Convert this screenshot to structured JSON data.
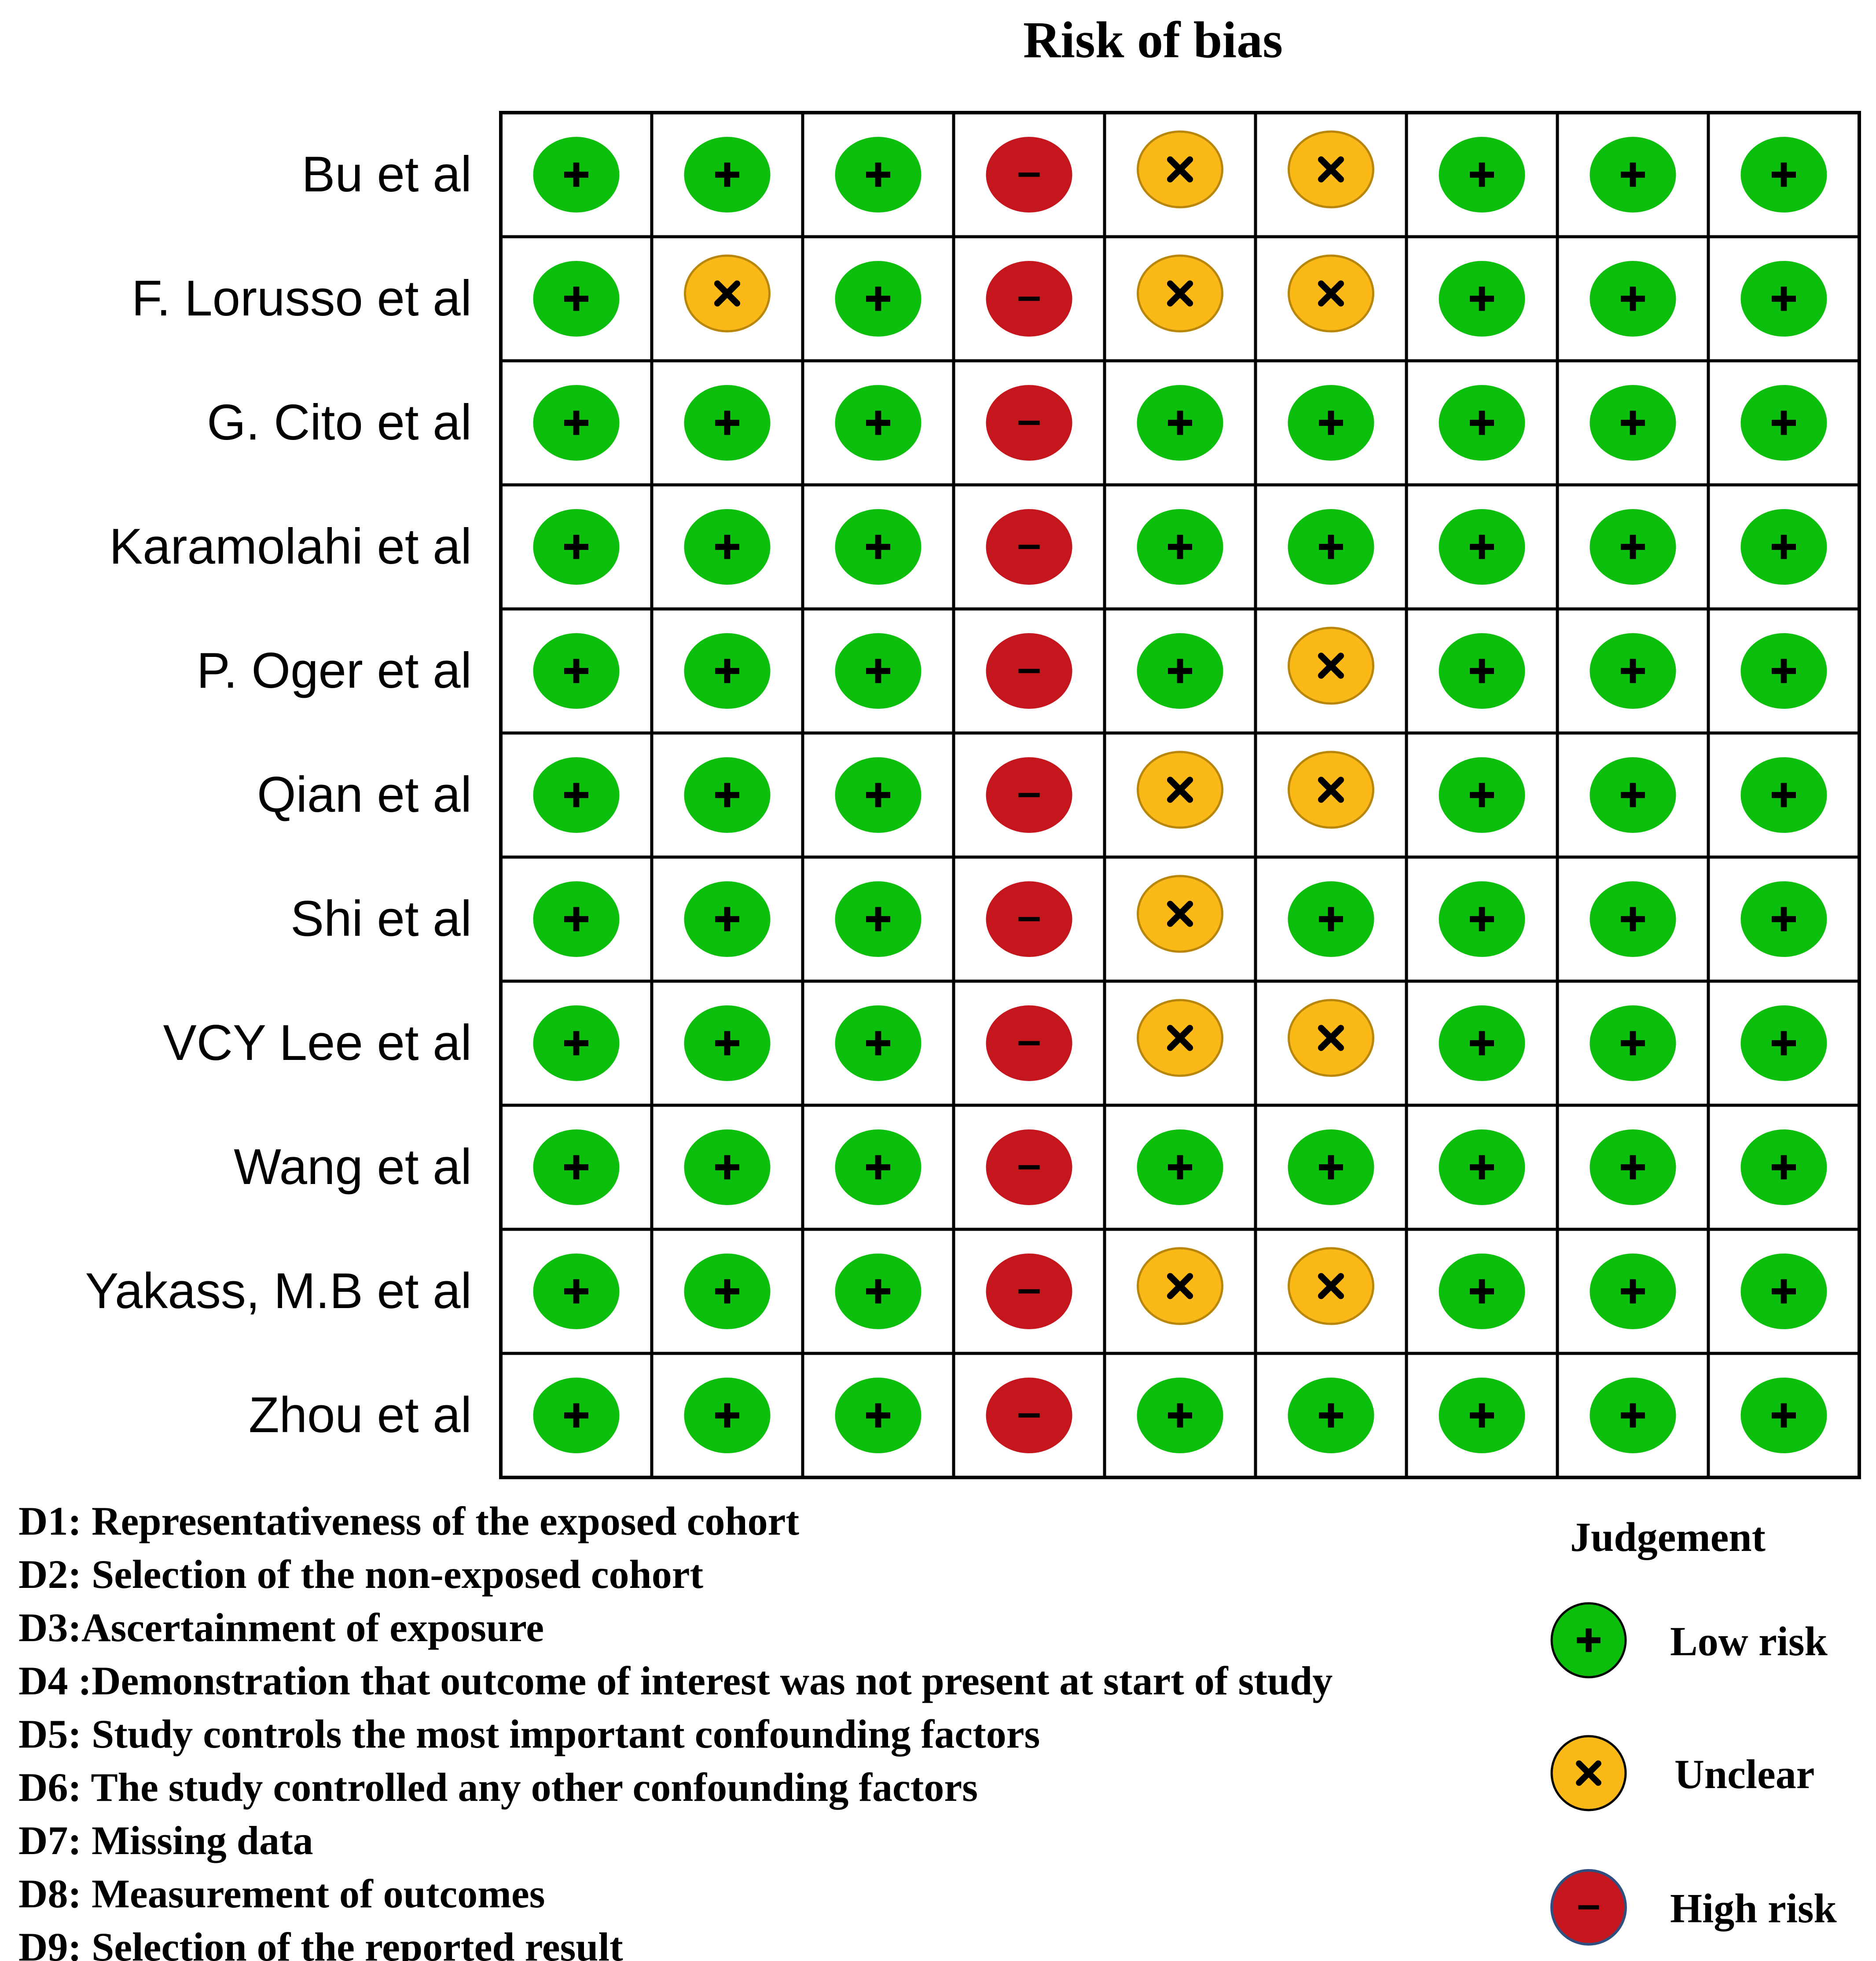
{
  "chart_data": {
    "type": "table",
    "title": "Risk of bias",
    "domains": [
      "D1",
      "D2",
      "D3",
      "D4",
      "D5",
      "D6",
      "D7",
      "D8",
      "D9"
    ],
    "studies": [
      {
        "name": "Bu et al",
        "judgements": [
          "low",
          "low",
          "low",
          "high",
          "unclear",
          "unclear",
          "low",
          "low",
          "low"
        ]
      },
      {
        "name": "F. Lorusso et al",
        "judgements": [
          "low",
          "unclear",
          "low",
          "high",
          "unclear",
          "unclear",
          "low",
          "low",
          "low"
        ]
      },
      {
        "name": "G. Cito et al",
        "judgements": [
          "low",
          "low",
          "low",
          "high",
          "low",
          "low",
          "low",
          "low",
          "low"
        ]
      },
      {
        "name": "Karamolahi et al",
        "judgements": [
          "low",
          "low",
          "low",
          "high",
          "low",
          "low",
          "low",
          "low",
          "low"
        ]
      },
      {
        "name": "P. Oger et al",
        "judgements": [
          "low",
          "low",
          "low",
          "high",
          "low",
          "unclear",
          "low",
          "low",
          "low"
        ]
      },
      {
        "name": "Qian et al",
        "judgements": [
          "low",
          "low",
          "low",
          "high",
          "unclear",
          "unclear",
          "low",
          "low",
          "low"
        ]
      },
      {
        "name": "Shi et al",
        "judgements": [
          "low",
          "low",
          "low",
          "high",
          "unclear",
          "low",
          "low",
          "low",
          "low"
        ]
      },
      {
        "name": "VCY Lee et al",
        "judgements": [
          "low",
          "low",
          "low",
          "high",
          "unclear",
          "unclear",
          "low",
          "low",
          "low"
        ]
      },
      {
        "name": "Wang et al",
        "judgements": [
          "low",
          "low",
          "low",
          "high",
          "low",
          "low",
          "low",
          "low",
          "low"
        ]
      },
      {
        "name": "Yakass, M.B et al",
        "judgements": [
          "low",
          "low",
          "low",
          "high",
          "unclear",
          "unclear",
          "low",
          "low",
          "low"
        ]
      },
      {
        "name": "Zhou et al",
        "judgements": [
          "low",
          "low",
          "low",
          "high",
          "low",
          "low",
          "low",
          "low",
          "low"
        ]
      }
    ],
    "domain_descriptions": [
      "D1: Representativeness of the exposed cohort",
      "D2: Selection of the non-exposed cohort",
      "D3:Ascertainment of exposure",
      "D4 :Demonstration that outcome of interest was not present at start of study",
      "D5: Study controls the most important confounding factors",
      "D6: The study controlled any other confounding factors",
      "D7: Missing data",
      "D8: Measurement of outcomes",
      "D9: Selection of the reported result"
    ],
    "legend": {
      "title": "Judgement",
      "placement": "bottom-right",
      "items": [
        {
          "key": "low",
          "label": "Low risk"
        },
        {
          "key": "unclear",
          "label": "Unclear"
        },
        {
          "key": "high",
          "label": "High risk"
        }
      ]
    },
    "colors": {
      "low": "#0dbf0d",
      "unclear": "#fbb917",
      "high": "#c4161c",
      "grid": "#000000"
    },
    "icons": {
      "low": "plus-icon",
      "unclear": "cross-icon",
      "high": "minus-icon"
    }
  }
}
